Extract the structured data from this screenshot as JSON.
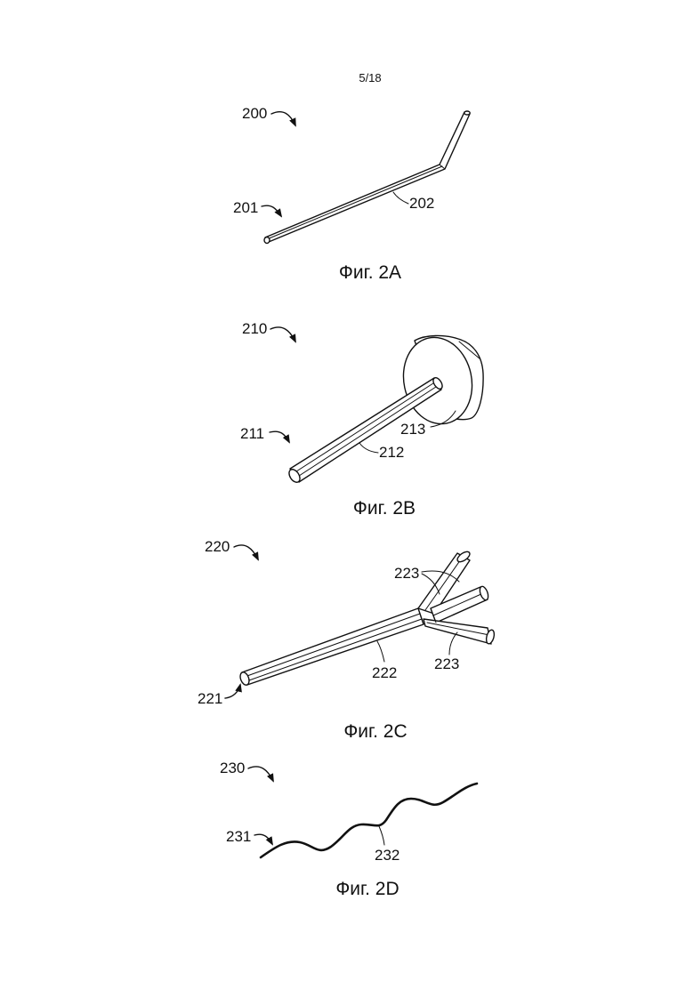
{
  "page": {
    "number": "5/18"
  },
  "figures": [
    {
      "id": "2A",
      "caption": "Фиг. 2A",
      "ref_main": "200",
      "labels": [
        "201",
        "202"
      ]
    },
    {
      "id": "2B",
      "caption": "Фиг. 2B",
      "ref_main": "210",
      "labels": [
        "211",
        "212",
        "213"
      ]
    },
    {
      "id": "2C",
      "caption": "Фиг. 2C",
      "ref_main": "220",
      "labels": [
        "221",
        "222",
        "223",
        "223"
      ]
    },
    {
      "id": "2D",
      "caption": "Фиг. 2D",
      "ref_main": "230",
      "labels": [
        "231",
        "232"
      ]
    }
  ]
}
